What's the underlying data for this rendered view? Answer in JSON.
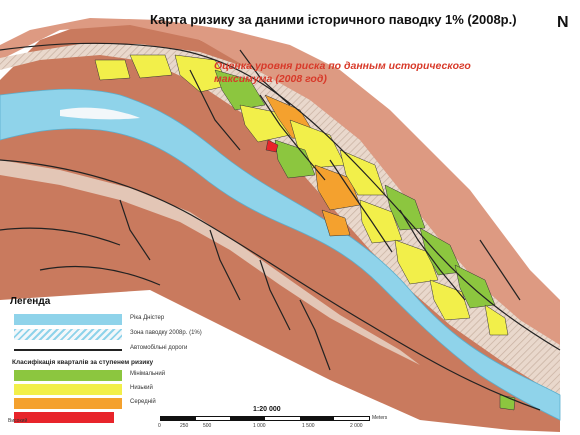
{
  "title": "Карта ризику за даними історичного паводку 1% (2008р.)",
  "subtitle_lines": [
    "Оценка уровня риска по данным исторического",
    "максимума (2008 год)"
  ],
  "north_label": "N",
  "legend": {
    "title": "Легенда",
    "items": [
      {
        "label": "Ріка Дністер",
        "color": "#8fd3ea",
        "style": "solid"
      },
      {
        "label": "Зона паводку 2008р. (1%)",
        "color": "#8fd3ea",
        "style": "hatched"
      },
      {
        "label": "Автомобільні дороги",
        "color": "#222222",
        "style": "line"
      }
    ],
    "classification_title": "Класифікація кварталів за ступенем ризику",
    "classes": [
      {
        "label": "Мінімальний",
        "color": "#8cc63f"
      },
      {
        "label": "Низький",
        "color": "#f2ef4a"
      },
      {
        "label": "Середній",
        "color": "#f4a12e"
      },
      {
        "label": "Високий",
        "color": "#e8242a"
      }
    ]
  },
  "scale": {
    "ratio": "1:20 000",
    "ticks": [
      "0",
      "250",
      "500",
      "1 000",
      "1 500",
      "2 000"
    ],
    "unit": "Meters"
  },
  "colors": {
    "river": "#8fd3ea",
    "terrain": "#c8765a",
    "floodplain": "#e9d8cc",
    "roads": "#222222",
    "subtitle": "#d83a2a"
  }
}
